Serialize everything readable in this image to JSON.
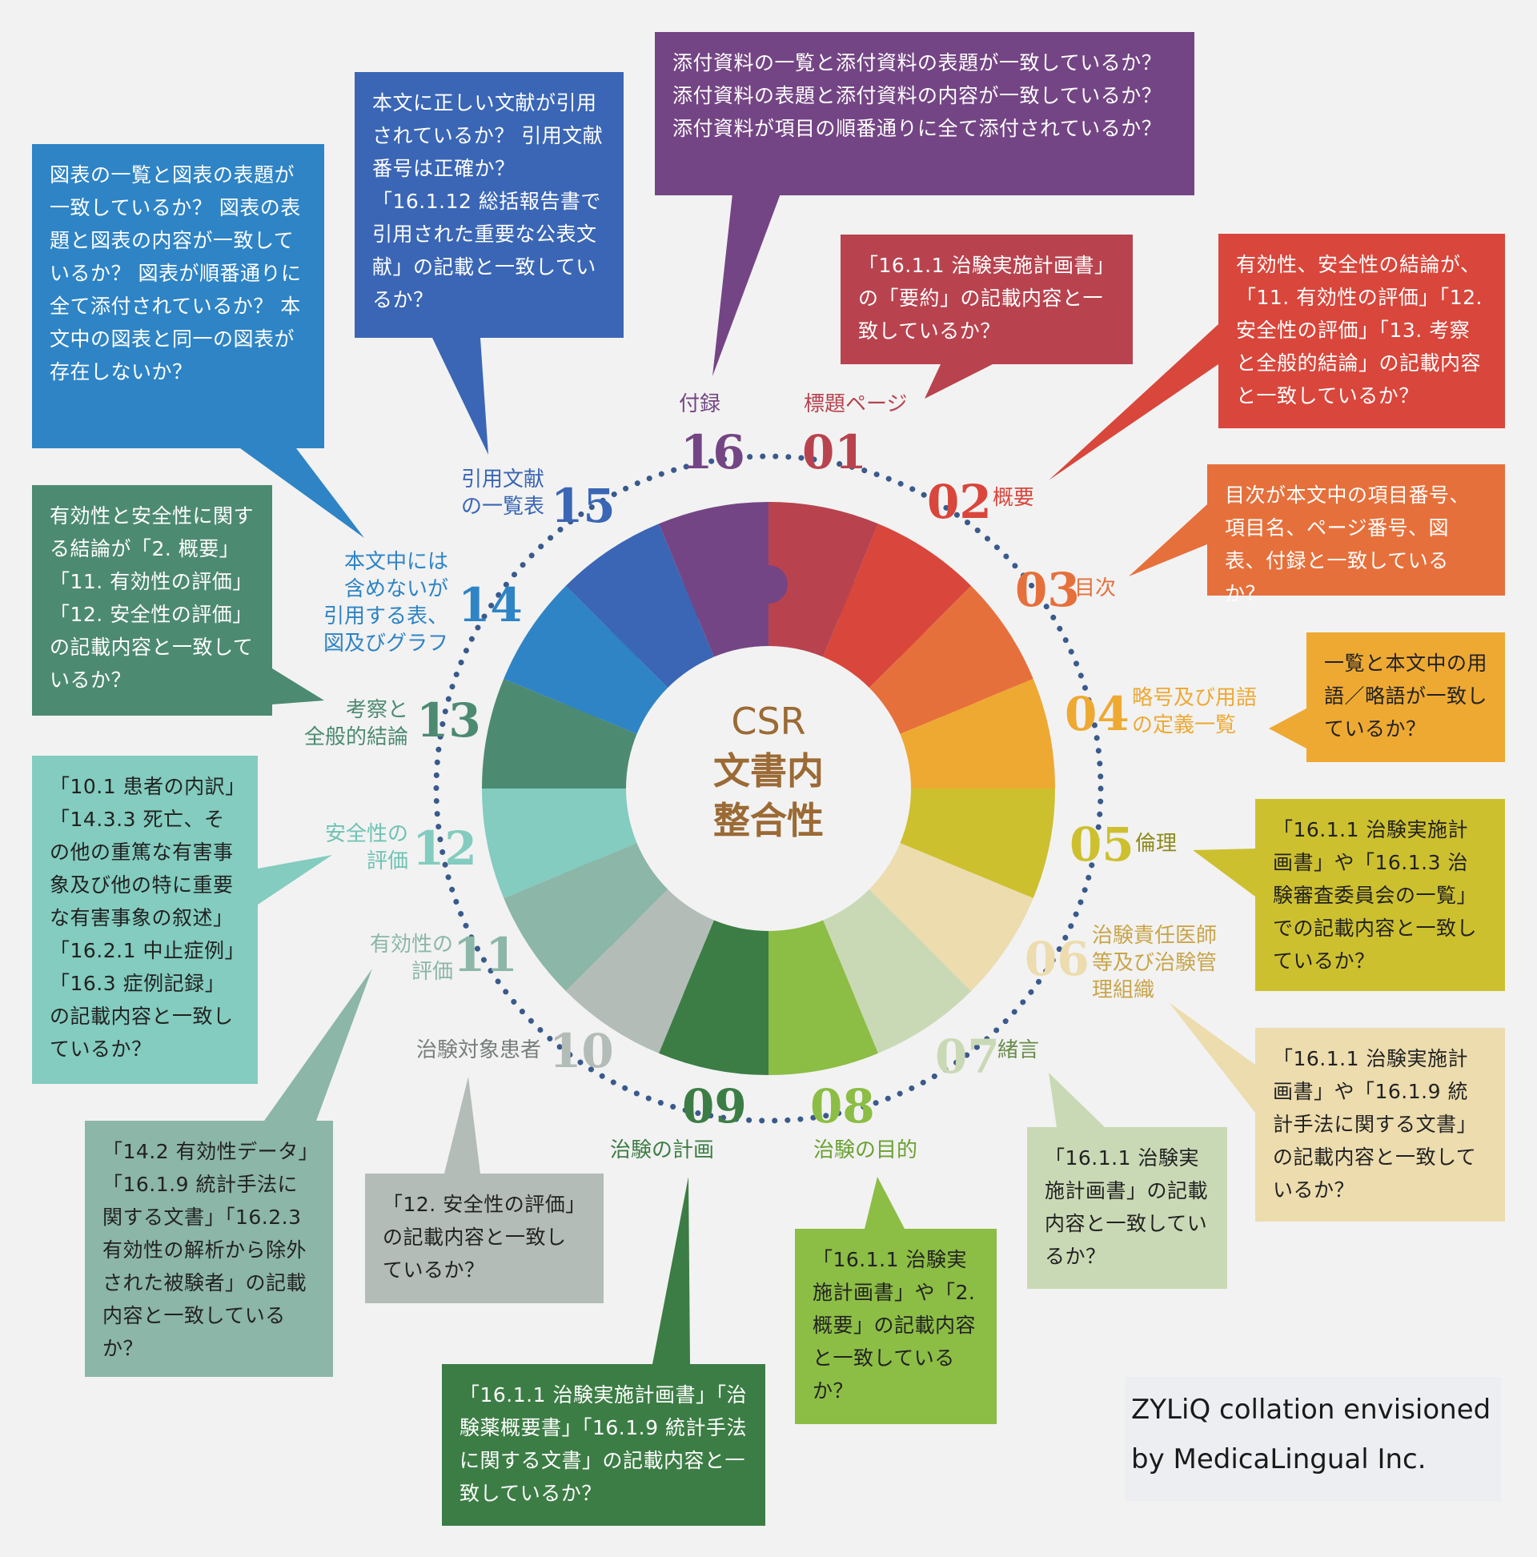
{
  "center": {
    "line1": "CSR",
    "line2": "文書内",
    "line3": "整合性"
  },
  "credit": {
    "line1": "ZYLiQ collation envisioned",
    "line2": "by MedicaLingual Inc."
  },
  "sections": [
    {
      "num": "01",
      "label": "標題ページ",
      "color": "#b8434e"
    },
    {
      "num": "02",
      "label": "概要",
      "color": "#d9463b"
    },
    {
      "num": "03",
      "label": "目次",
      "color": "#e6703b"
    },
    {
      "num": "04",
      "label": "略号及び用語\nの定義一覧",
      "color": "#eea933"
    },
    {
      "num": "05",
      "label": "倫理",
      "color": "#cdc02f"
    },
    {
      "num": "06",
      "label": "治験責任医師\n等及び治験管\n理組織",
      "color": "#ecdcae"
    },
    {
      "num": "07",
      "label": "緒言",
      "color": "#cad9b5"
    },
    {
      "num": "08",
      "label": "治験の目的",
      "color": "#8cbd45"
    },
    {
      "num": "09",
      "label": "治験の計画",
      "color": "#3c7d45"
    },
    {
      "num": "10",
      "label": "治験対象患者",
      "color": "#b3bcb7"
    },
    {
      "num": "11",
      "label": "有効性の\n評価",
      "color": "#8cb6a7"
    },
    {
      "num": "12",
      "label": "安全性の\n評価",
      "color": "#83ccbf"
    },
    {
      "num": "13",
      "label": "考察と\n全般的結論",
      "color": "#4d8a72"
    },
    {
      "num": "14",
      "label": "本文中には\n含めないが\n引用する表、\n図及びグラフ",
      "color": "#2e84c5"
    },
    {
      "num": "15",
      "label": "引用文献\nの一覧表",
      "color": "#3a66b5"
    },
    {
      "num": "16",
      "label": "付録",
      "color": "#744584"
    }
  ],
  "callouts": {
    "c01": "「16.1.1 治験実施計画書」の「要約」の記載内容と一致しているか？",
    "c02": "有効性、安全性の結論が、「11. 有効性の評価」「12. 安全性の評価」「13. 考察と全般的結論」の記載内容と一致しているか？",
    "c03": "目次が本文中の項目番号、項目名、ページ番号、図表、付録と一致しているか？",
    "c04": "一覧と本文中の用語／略語が一致しているか？",
    "c05": "「16.1.1 治験実施計画書」や「16.1.3 治験審査委員会の一覧」での記載内容と一致しているか？",
    "c06": "「16.1.1 治験実施計画書」や「16.1.9 統計手法に関する文書」の記載内容と一致しているか？",
    "c07": "「16.1.1 治験実施計画書」の記載内容と一致しているか？",
    "c08": "「16.1.1 治験実施計画書」や「2. 概要」の記載内容と一致しているか？",
    "c09": "「16.1.1 治験実施計画書」「治験薬概要書」「16.1.9 統計手法に関する文書」の記載内容と一致しているか？",
    "c10": "「12. 安全性の評価」の記載内容と一致しているか？",
    "c11": "「14.2 有効性データ」「16.1.9 統計手法に関する文書」「16.2.3 有効性の解析から除外された被験者」の記載内容と一致しているか？",
    "c12": "「10.1 患者の内訳」「14.3.3 死亡、その他の重篤な有害事象及び他の特に重要な有害事象の叙述」「16.2.1 中止症例」「16.3 症例記録」の記載内容と一致しているか？",
    "c13": "有効性と安全性に関する結論が「2. 概要」「11. 有効性の評価」「12. 安全性の評価」の記載内容と一致しているか？",
    "c14": "図表の一覧と図表の表題が一致しているか？ 図表の表題と図表の内容が一致しているか？ 図表が順番通りに全て添付されているか？ 本文中の図表と同一の図表が存在しないか？",
    "c15": "本文に正しい文献が引用されているか？ 引用文献番号は正確か？「16.1.12 総括報告書で引用された重要な公表文献」の記載と一致しているか？",
    "c16": "添付資料の一覧と添付資料の表題が一致しているか？添付資料の表題と添付資料の内容が一致しているか？ 添付資料が項目の順番通りに全て添付されているか？"
  }
}
